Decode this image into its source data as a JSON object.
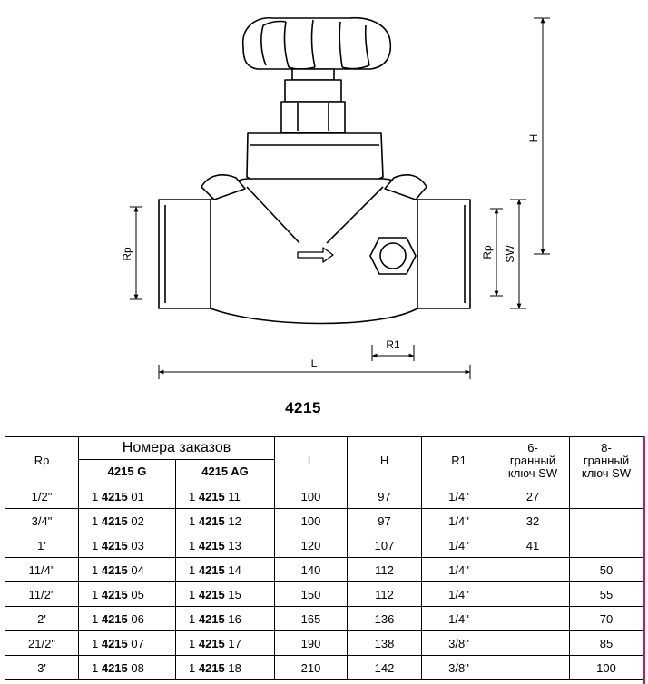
{
  "drawing": {
    "dim_h": "H",
    "dim_rp_left": "Rp",
    "dim_rp_right": "Rp",
    "dim_sw": "SW",
    "dim_r1": "R1",
    "dim_l": "L"
  },
  "model_code": "4215",
  "table": {
    "header": {
      "rp": "Rp",
      "order_numbers": "Номера заказов",
      "col_g": "4215 G",
      "col_ag": "4215 AG",
      "l": "L",
      "h": "H",
      "r1": "R1",
      "sw6": "6-\nгранный\nключ SW",
      "sw8": "8-\nгранный\nключ SW"
    },
    "rows": [
      {
        "rp": "1/2\"",
        "g_pre": "1 ",
        "g_bold": "4215",
        "g_suf": " 01",
        "ag_pre": "1 ",
        "ag_bold": "4215",
        "ag_suf": " 11",
        "l": "100",
        "h": "97",
        "r1": "1/4\"",
        "sw6": "27",
        "sw8": ""
      },
      {
        "rp": "3/4\"",
        "g_pre": "1 ",
        "g_bold": "4215",
        "g_suf": " 02",
        "ag_pre": "1 ",
        "ag_bold": "4215",
        "ag_suf": " 12",
        "l": "100",
        "h": "97",
        "r1": "1/4\"",
        "sw6": "32",
        "sw8": ""
      },
      {
        "rp": "1'",
        "g_pre": "1 ",
        "g_bold": "4215",
        "g_suf": " 03",
        "ag_pre": "1 ",
        "ag_bold": "4215",
        "ag_suf": " 13",
        "l": "120",
        "h": "107",
        "r1": "1/4\"",
        "sw6": "41",
        "sw8": ""
      },
      {
        "rp": "11/4\"",
        "g_pre": "1 ",
        "g_bold": "4215",
        "g_suf": " 04",
        "ag_pre": "1 ",
        "ag_bold": "4215",
        "ag_suf": " 14",
        "l": "140",
        "h": "112",
        "r1": "1/4\"",
        "sw6": "",
        "sw8": "50"
      },
      {
        "rp": "11/2\"",
        "g_pre": "1 ",
        "g_bold": "4215",
        "g_suf": " 05",
        "ag_pre": "1 ",
        "ag_bold": "4215",
        "ag_suf": " 15",
        "l": "150",
        "h": "112",
        "r1": "1/4\"",
        "sw6": "",
        "sw8": "55"
      },
      {
        "rp": "2'",
        "g_pre": "1 ",
        "g_bold": "4215",
        "g_suf": " 06",
        "ag_pre": "1 ",
        "ag_bold": "4215",
        "ag_suf": " 16",
        "l": "165",
        "h": "136",
        "r1": "1/4\"",
        "sw6": "",
        "sw8": "70"
      },
      {
        "rp": "21/2\"",
        "g_pre": "1 ",
        "g_bold": "4215",
        "g_suf": " 07",
        "ag_pre": "1 ",
        "ag_bold": "4215",
        "ag_suf": " 17",
        "l": "190",
        "h": "138",
        "r1": "3/8\"",
        "sw6": "",
        "sw8": "85"
      },
      {
        "rp": "3'",
        "g_pre": "1 ",
        "g_bold": "4215",
        "g_suf": " 08",
        "ag_pre": "1 ",
        "ag_bold": "4215",
        "ag_suf": " 18",
        "l": "210",
        "h": "142",
        "r1": "3/8\"",
        "sw6": "",
        "sw8": "100"
      }
    ]
  },
  "colors": {
    "line": "#000000",
    "accent_bar": "#c2187a"
  }
}
